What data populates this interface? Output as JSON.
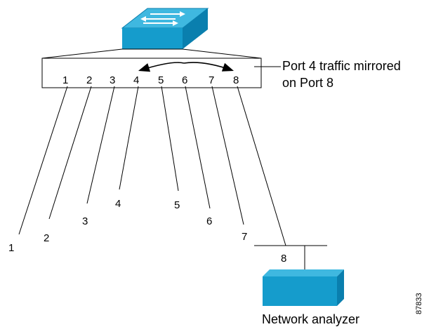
{
  "callout": {
    "line1": "Port 4 traffic mirrored",
    "line2": "on Port 8"
  },
  "panel_ports": [
    "1",
    "2",
    "3",
    "4",
    "5",
    "6",
    "7",
    "8"
  ],
  "cable_ends": [
    "1",
    "2",
    "3",
    "4",
    "5",
    "6",
    "7"
  ],
  "analyzer": {
    "port_label": "8",
    "label": "Network analyzer"
  },
  "figure_id": "87833",
  "colors": {
    "device_top": "#3fb8e0",
    "device_front": "#159ccc",
    "device_side": "#0a7fae",
    "line": "#000000"
  },
  "icons": {
    "switch": "switch-icon",
    "analyzer": "network-analyzer-icon",
    "mirror": "mirror-arrow-icon"
  }
}
